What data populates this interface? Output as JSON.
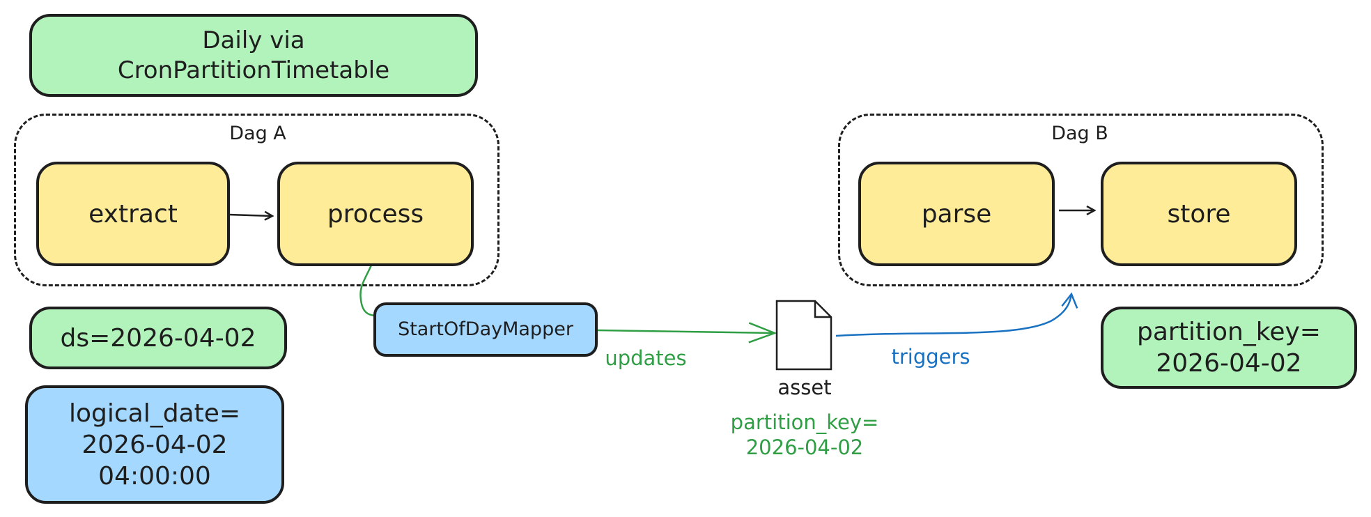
{
  "schedule": "Daily via\nCronPartitionTimetable",
  "dag_a": {
    "label": "Dag A",
    "tasks": {
      "extract": "extract",
      "process": "process"
    }
  },
  "dag_b": {
    "label": "Dag B",
    "tasks": {
      "parse": "parse",
      "store": "store"
    }
  },
  "ds": "ds=2026-04-02",
  "logical_date": "logical_date=\n2026-04-02\n04:00:00",
  "mapper": "StartOfDayMapper",
  "edges": {
    "updates": "updates",
    "triggers": "triggers"
  },
  "asset": {
    "label": "asset",
    "partition_key": "partition_key=\n2026-04-02"
  },
  "dag_b_partition_key": "partition_key=\n2026-04-02",
  "colors": {
    "green_fill": "#b2f2bb",
    "yellow_fill": "#ffec99",
    "blue_fill": "#a5d8ff",
    "green_text": "#2f9e44",
    "blue_text": "#1971c2",
    "stroke": "#1e1e1e"
  }
}
